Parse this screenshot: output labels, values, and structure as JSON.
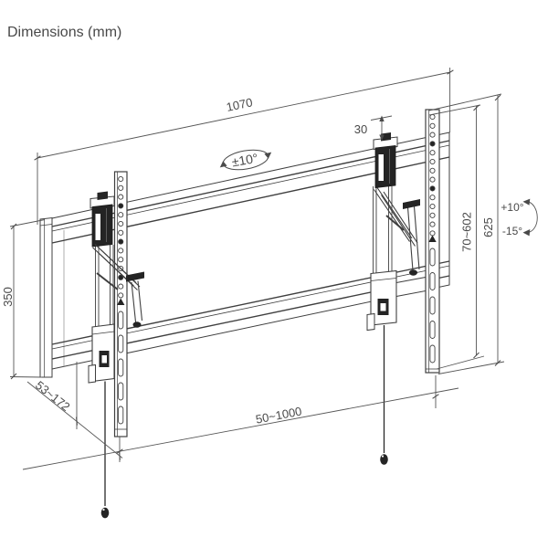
{
  "title": "Dimensions (mm)",
  "diagram": {
    "dimensions": {
      "rail_width": "1070",
      "top_hook_offset": "30",
      "swivel_range": "±10°",
      "height_adjust_range": "70~602",
      "bracket_height": "625",
      "tilt_up": "+10°",
      "tilt_down": "-15°",
      "wall_plate_height": "350",
      "wall_distance_range": "53~172",
      "mount_span_range": "50~1000"
    },
    "colors": {
      "line": "#3f3f3f",
      "dimension_line": "#565656",
      "text": "#4a4a4a",
      "dark_fill": "#242424",
      "background": "#ffffff"
    }
  }
}
